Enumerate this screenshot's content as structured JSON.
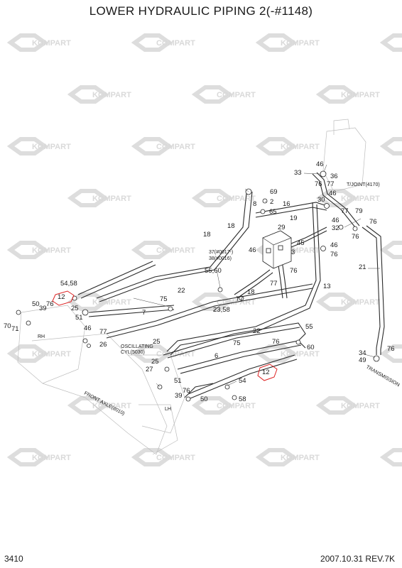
{
  "title": "LOWER HYDRAULIC PIPING 2(-#1148)",
  "page_number": "3410",
  "revision": "2007.10.31  REV.7K",
  "watermark": {
    "text_a": "KOMPART",
    "text_b": "COMPART"
  },
  "notes": {
    "t_joint": "T/JOINT(4170)",
    "oscillating": [
      "OSCILLATING",
      "CYL(5030)"
    ],
    "front_axle": "FRONT AXLE(8010)",
    "transmission": "TRANSMISSION",
    "rh": "RH",
    "lh": "LH",
    "serial_a": "37(#0017-)",
    "serial_b": "38(#0016)"
  },
  "callouts": [
    "33",
    "46",
    "76",
    "36",
    "46",
    "30",
    "77",
    "79",
    "76",
    "69",
    "16",
    "19",
    "29",
    "46",
    "32",
    "76",
    "65",
    "45",
    "3",
    "46",
    "76",
    "46",
    "76",
    "21",
    "37(#0017-)",
    "38(#0016)",
    "55,60",
    "77",
    "13",
    "22",
    "18",
    "18",
    "75",
    "7",
    "23,58",
    "77",
    "54,58",
    "12",
    "50",
    "39",
    "76",
    "25",
    "70",
    "71",
    "51",
    "46",
    "77",
    "26",
    "25",
    "55",
    "22",
    "75",
    "76",
    "60",
    "6",
    "34",
    "49",
    "76",
    "12",
    "27",
    "25",
    "51",
    "39",
    "76",
    "50",
    "54",
    "58",
    "18",
    "2",
    "77",
    "8"
  ]
}
